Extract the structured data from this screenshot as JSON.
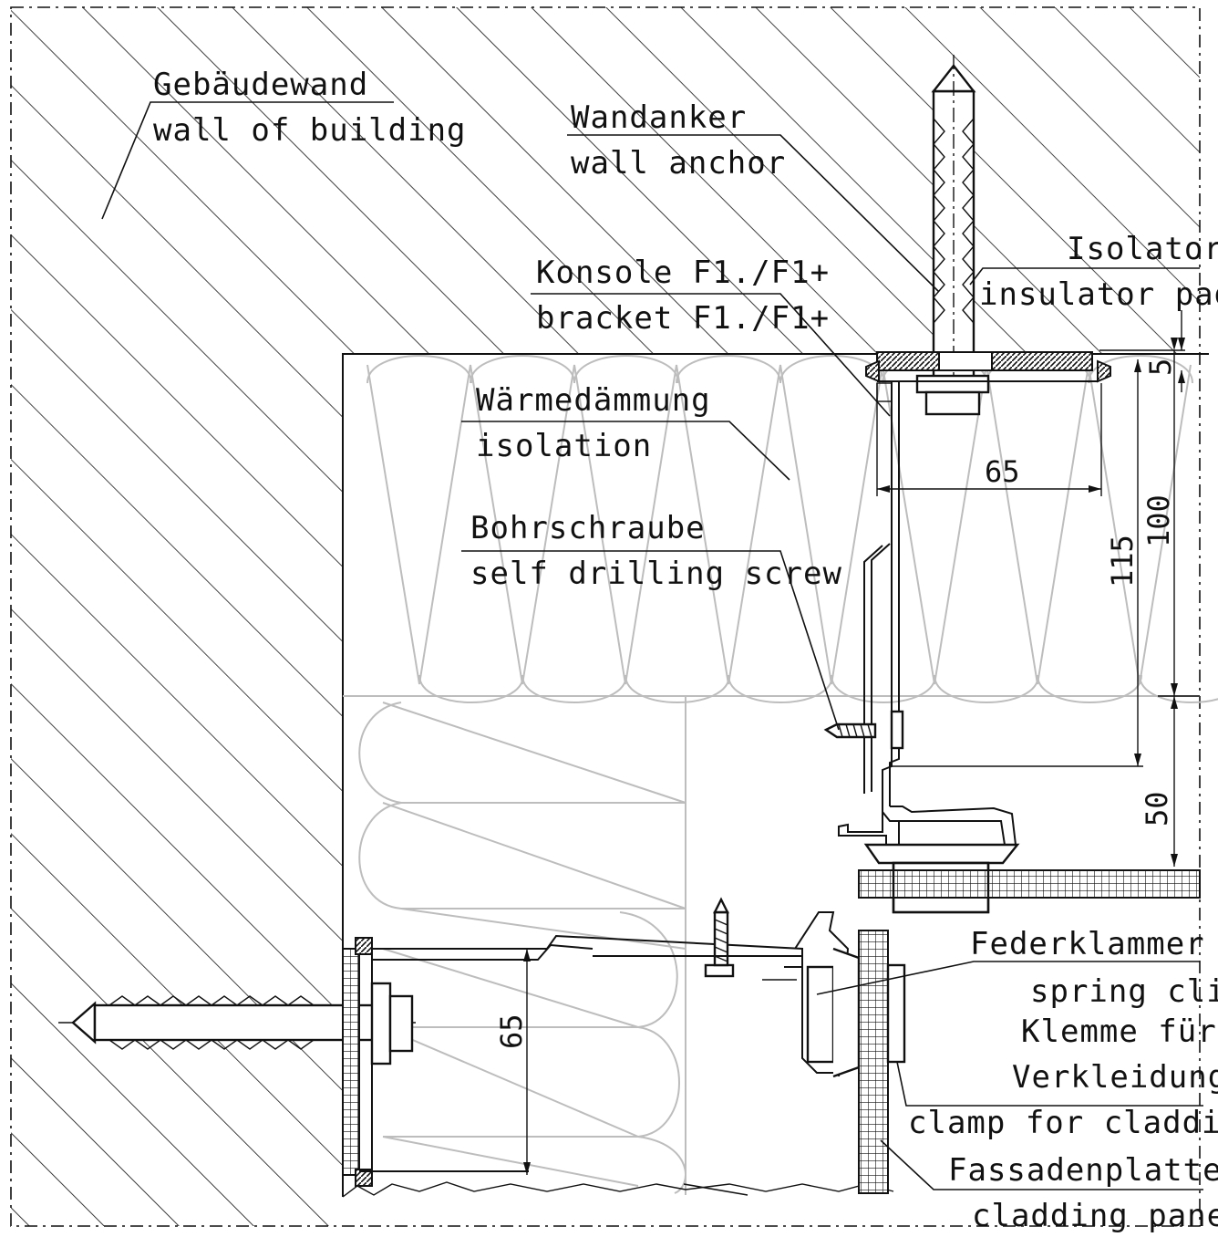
{
  "labels": {
    "wall_de": "Gebäudewand",
    "wall_en": "wall of building",
    "anchor_de": "Wandanker",
    "anchor_en": "wall anchor",
    "bracket_de": "Konsole F1./F1+",
    "bracket_en": "bracket F1./F1+",
    "isolator_de": "Isolator",
    "isolator_en": "insulator pad",
    "insulation_de": "Wärmedämmung",
    "insulation_en": "isolation",
    "screw_de": "Bohrschraube",
    "screw_en": "self drilling screw",
    "clip_de": "Federklammer",
    "clip_en": "spring clip",
    "clamp_de_1": "Klemme für",
    "clamp_de_2": "Verkleidung",
    "clamp_en": "clamp for cladding",
    "panel_de": "Fassadenplatte",
    "panel_en": "cladding panel"
  },
  "dimensions": {
    "d65_top": "65",
    "d5": "5",
    "d100": "100",
    "d115": "115",
    "d50": "50",
    "d65_left": "65"
  },
  "colors": {
    "line": "#111111",
    "insulation": "#bdbdbd",
    "background": "#ffffff"
  }
}
